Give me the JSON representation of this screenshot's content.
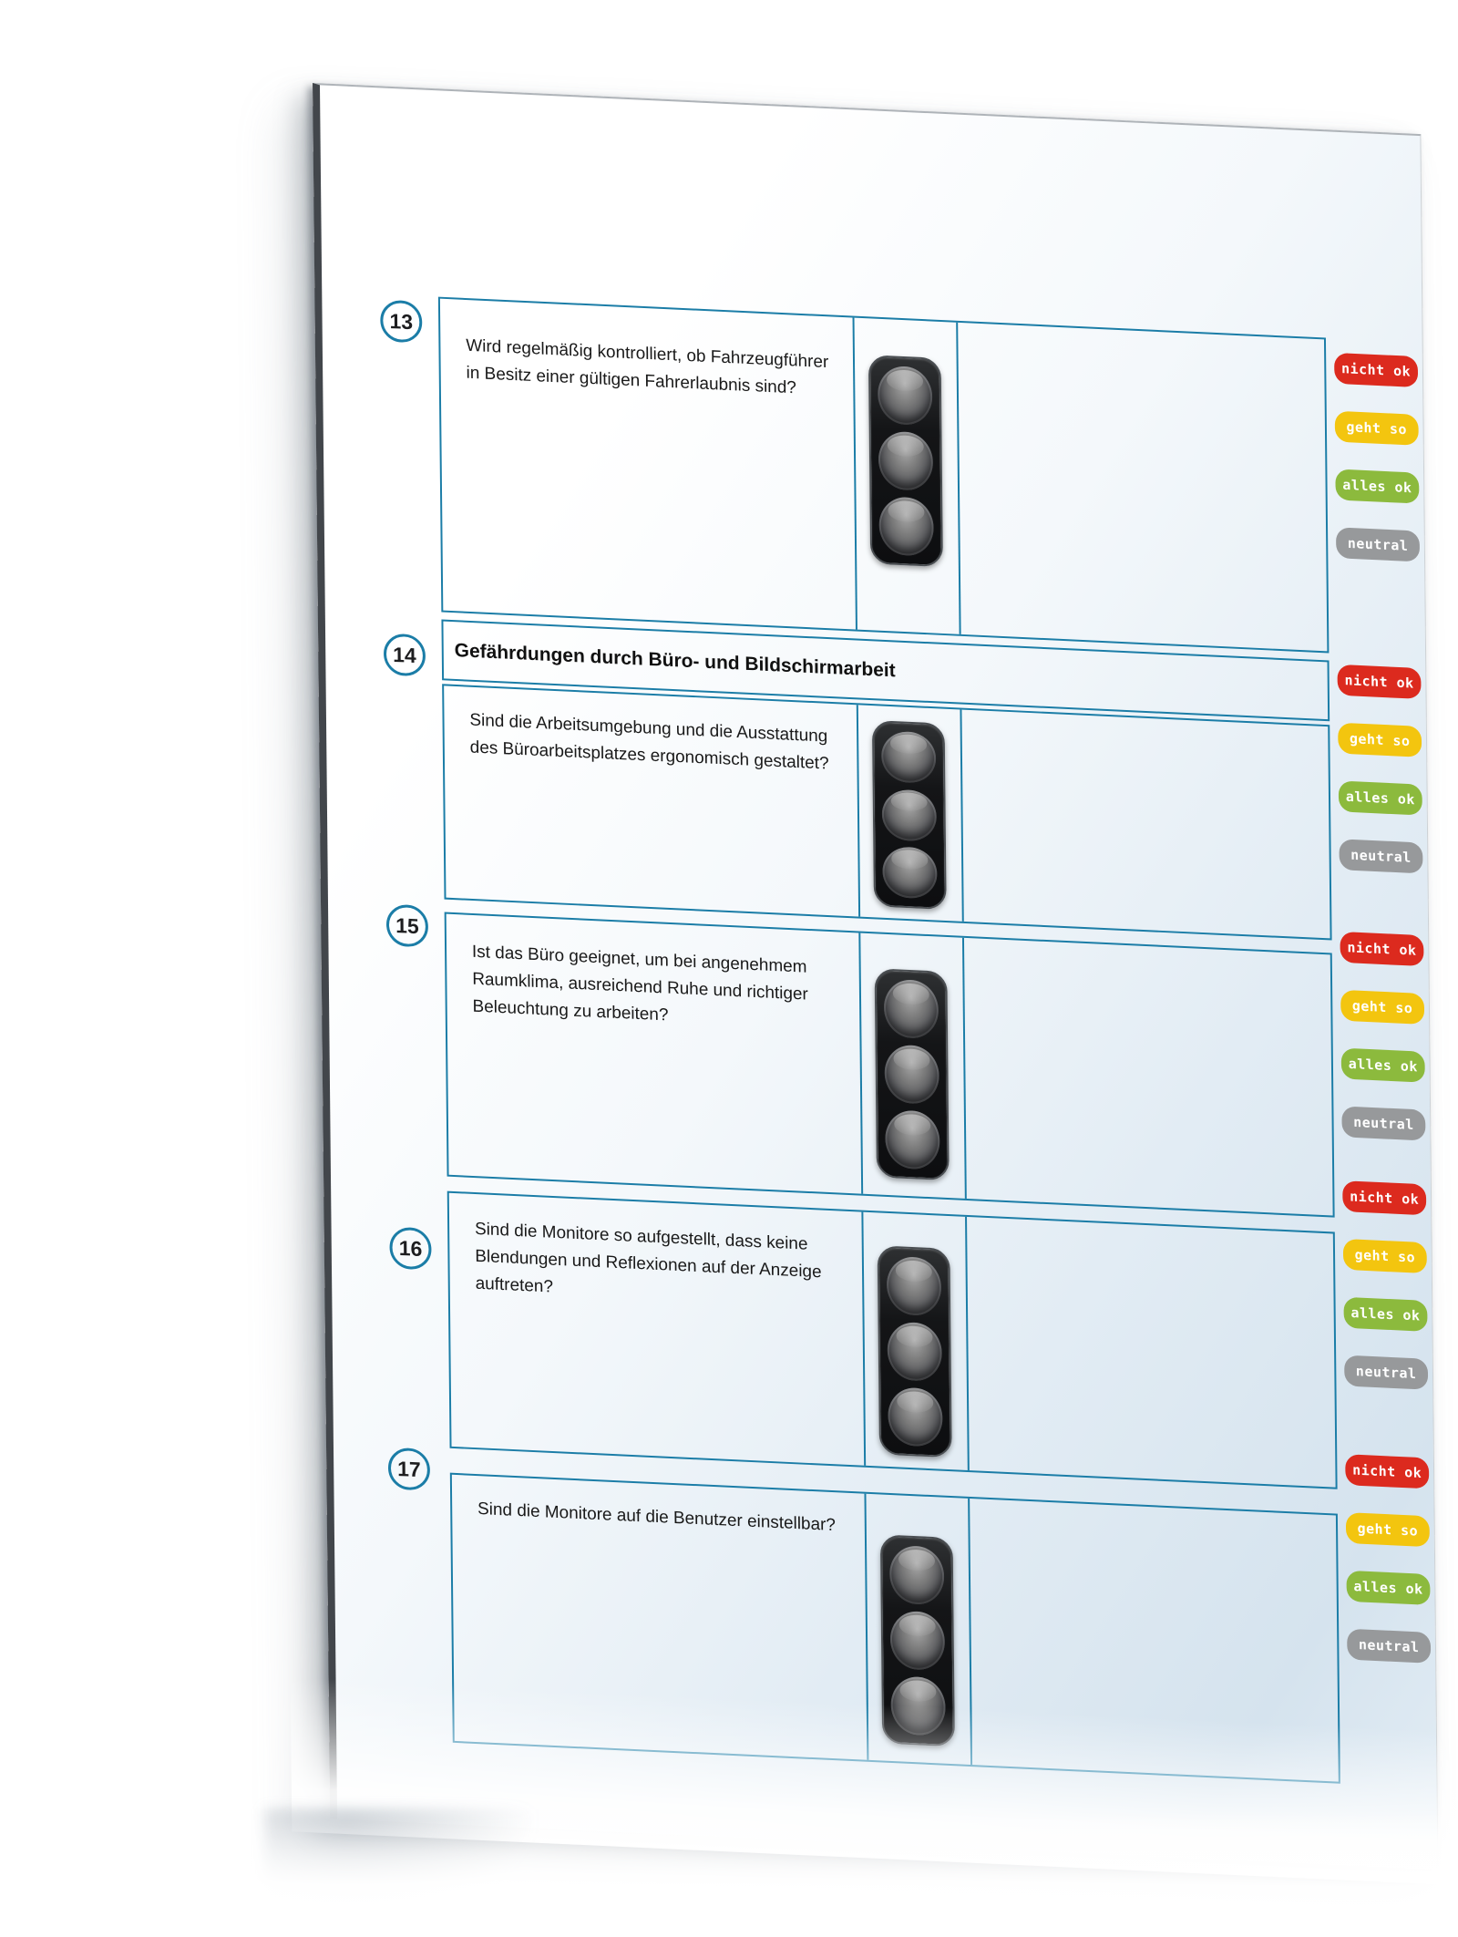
{
  "document": {
    "section_header": "Gefährdungen durch Büro- und Bildschirmarbeit",
    "rows": [
      {
        "number": "13",
        "question": "Wird regelmäßig kontrolliert, ob Fahrzeugführer in Besitz einer gültigen Fahrerlaubnis sind?"
      },
      {
        "number": "14",
        "question": "Sind die Arbeitsumgebung und die Ausstattung des Büroarbeitsplatzes ergonomisch gestaltet?"
      },
      {
        "number": "15",
        "question": "Ist das Büro geeignet, um bei angenehmem Raumklima, ausreichend Ruhe und richtiger Beleuchtung zu arbeiten?"
      },
      {
        "number": "16",
        "question": "Sind die Monitore so aufgestellt, dass keine Blendungen und Reflexionen auf der Anzeige auftreten?"
      },
      {
        "number": "17",
        "question": "Sind die Monitore auf die Benutzer einstellbar?"
      }
    ],
    "rating_labels": [
      {
        "label": "nicht ok",
        "color": "#dc2a1e"
      },
      {
        "label": "geht so",
        "color": "#f3c50f"
      },
      {
        "label": "alles ok",
        "color": "#8cba3d"
      },
      {
        "label": "neutral",
        "color": "#97999b"
      }
    ],
    "icons": {
      "rating_indicator": "traffic-light-icon"
    },
    "colors": {
      "table_border": "#1b7da7",
      "page_tint_bottom": "#d5e3ee",
      "page_edge_dark": "#42464b",
      "question_text": "#191919"
    }
  }
}
